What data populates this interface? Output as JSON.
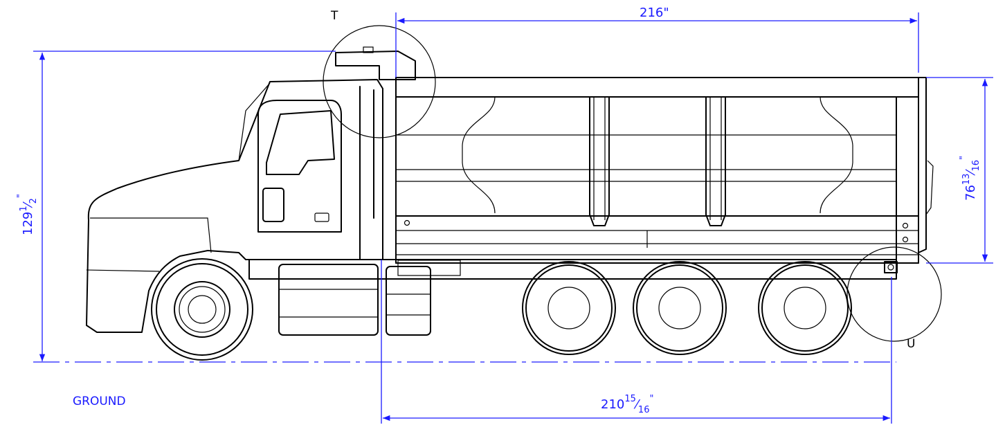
{
  "dimensions": {
    "top_length": "216\"",
    "overall_height_whole": "129",
    "overall_height_num": "1",
    "overall_height_den": "2",
    "overall_height_inch": "\"",
    "body_height_whole": "76",
    "body_height_num": "13",
    "body_height_den": "16",
    "body_height_inch": "\"",
    "bottom_length_whole": "210",
    "bottom_length_num": "15",
    "bottom_length_den": "16",
    "bottom_length_inch": "\""
  },
  "labels": {
    "detail_t": "T",
    "detail_u": "U",
    "ground": "GROUND"
  },
  "colors": {
    "dimension": "#1a1aff",
    "linework": "#000000"
  }
}
